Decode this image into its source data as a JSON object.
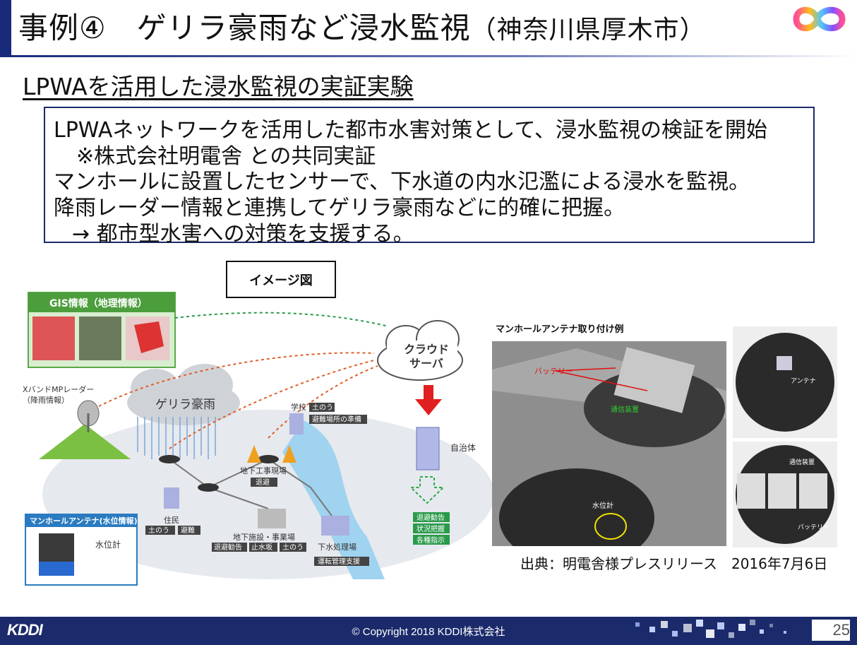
{
  "header": {
    "title": "事例④　ゲリラ豪雨など浸水監視",
    "title_location": "（神奈川県厚木市）"
  },
  "subtitle": "LPWAを活用した浸水監視の実証実験",
  "summary": {
    "line1": "LPWAネットワークを活用した都市水害対策として、浸水監視の検証を開始",
    "line2": "※株式会社明電舎 との共同実証",
    "line3": "マンホールに設置したセンサーで、下水道の内水氾濫による浸水を監視。",
    "line4": "降雨レーダー情報と連携してゲリラ豪雨などに的確に把握。",
    "line5": "→ 都市型水害への対策を支援する。"
  },
  "image_label": "イメージ図",
  "diagram": {
    "gis_title": "GIS情報（地理情報）",
    "radar_label_1": "XバンドMPレーダー",
    "radar_label_2": "（降雨情報）",
    "cloud_label": "ゲリラ豪雨",
    "server_label_1": "クラウド",
    "server_label_2": "サーバ",
    "city_hall": "自治体",
    "actions": [
      "退避勧告",
      "状況把握",
      "各種指示"
    ],
    "school": "学校",
    "school_tag": "土のう",
    "school_tag2": "避難場所の準備",
    "construction": "地下工事現場",
    "construction_tag": "退避",
    "residents": "住民",
    "residents_tags": [
      "土のう",
      "避難"
    ],
    "underground": "地下施設・事業場",
    "underground_tags": [
      "退避勧告",
      "止水坂",
      "土のう"
    ],
    "treatment": "下水処理場",
    "treatment_tag": "運転管理支援",
    "manhole_title": "マンホールアンテナ(水位情報)",
    "water_gauge": "水位計"
  },
  "photos": {
    "title": "マンホールアンテナ取り付け例",
    "battery": "バッテリー",
    "comm_device": "通信装置",
    "water_gauge": "水位計",
    "antenna": "アンテナ",
    "comm_device_2": "通信装置",
    "battery_2": "バッテリー"
  },
  "source": "出典：明電舎様プレスリリース　2016年7月6日",
  "footer": {
    "logo": "KDDI",
    "copyright": "© Copyright 2018 KDDI株式会社",
    "page_number": "25"
  }
}
